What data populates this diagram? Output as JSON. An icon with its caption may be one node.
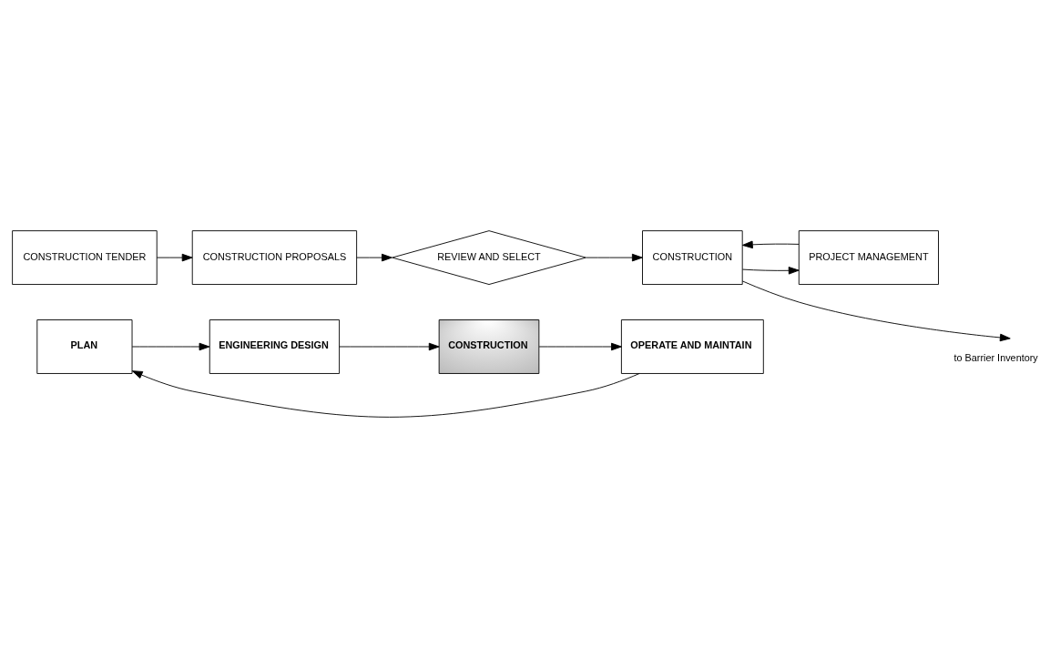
{
  "diagram": {
    "nodes": [
      {
        "text": [
          "PLAN"
        ]
      },
      {
        "text": [
          "ENGINEERING DESIGN"
        ]
      },
      {
        "text": [
          "CONSTRUCTION"
        ]
      },
      {
        "text": [
          "OPERATE AND MAINTAIN"
        ]
      },
      {
        "text": [
          "CONSTRUCTION TENDER"
        ]
      },
      {
        "text": [
          "CONSTRUCTION PROPOSALS"
        ]
      },
      {
        "text": [
          "REVIEW AND SELECT"
        ]
      },
      {
        "text": [
          "PROJECT MANAGEMENT"
        ]
      },
      {
        "text": [
          "CONSTRUCTION"
        ]
      }
    ],
    "edges": [
      {
        "from": 0,
        "to": 1,
        "arrow": "to"
      },
      {
        "from": 1,
        "to": 2,
        "arrow": "to"
      },
      {
        "from": 2,
        "to": 3,
        "arrow": "to"
      },
      {
        "from": 3,
        "to": 0,
        "arrow": "to"
      },
      {
        "from": 4,
        "to": 5,
        "arrow": "to"
      },
      {
        "from": 5,
        "to": 6,
        "arrow": "to"
      },
      {
        "from": 6,
        "to": 8,
        "arrow": "to"
      },
      {
        "from": 7,
        "to": 8,
        "arrow": "to"
      },
      {
        "from": 8,
        "to": 7,
        "arrow": "to"
      },
      {
        "from": 8,
        "to": null,
        "arrow": "to",
        "label": "to Barrier Inventory"
      }
    ]
  }
}
